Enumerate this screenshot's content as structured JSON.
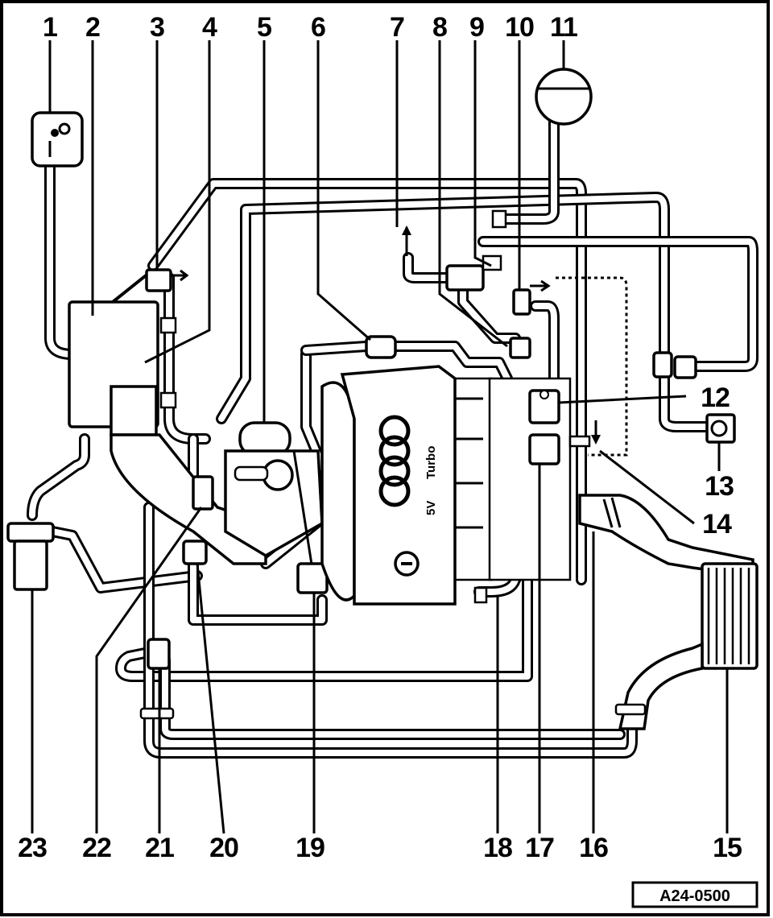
{
  "figure": {
    "reference_code": "A24-0500",
    "engine_badge": [
      "5V",
      "Turbo"
    ],
    "border_color": "#000000",
    "background_color": "#ffffff"
  },
  "callouts": [
    {
      "id": "1",
      "label": "1"
    },
    {
      "id": "2",
      "label": "2"
    },
    {
      "id": "3",
      "label": "3"
    },
    {
      "id": "4",
      "label": "4"
    },
    {
      "id": "5",
      "label": "5"
    },
    {
      "id": "6",
      "label": "6"
    },
    {
      "id": "7",
      "label": "7"
    },
    {
      "id": "8",
      "label": "8"
    },
    {
      "id": "9",
      "label": "9"
    },
    {
      "id": "10",
      "label": "10"
    },
    {
      "id": "11",
      "label": "11"
    },
    {
      "id": "12",
      "label": "12"
    },
    {
      "id": "13",
      "label": "13"
    },
    {
      "id": "14",
      "label": "14"
    },
    {
      "id": "15",
      "label": "15"
    },
    {
      "id": "16",
      "label": "16"
    },
    {
      "id": "17",
      "label": "17"
    },
    {
      "id": "18",
      "label": "18"
    },
    {
      "id": "19",
      "label": "19"
    },
    {
      "id": "20",
      "label": "20"
    },
    {
      "id": "21",
      "label": "21"
    },
    {
      "id": "22",
      "label": "22"
    },
    {
      "id": "23",
      "label": "23"
    }
  ]
}
